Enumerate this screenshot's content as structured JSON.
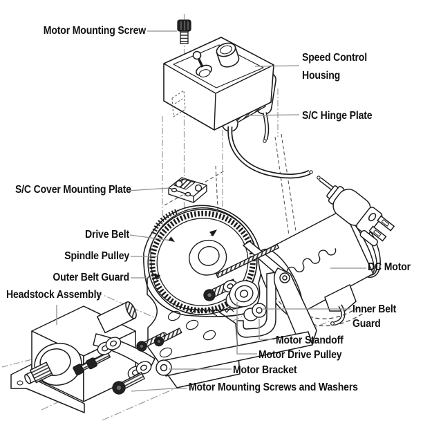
{
  "diagram": {
    "background": "#ffffff",
    "line_color": "#1c1c1c",
    "leader_color": "#8f8f8f",
    "text_color": "#111111",
    "labels": {
      "motor_mounting_screw": "Motor Mounting Screw",
      "speed_control_housing_line1": "Speed Control",
      "speed_control_housing_line2": "Housing",
      "sc_hinge_plate": "S/C Hinge Plate",
      "sc_cover_mounting_plate": "S/C Cover Mounting Plate",
      "drive_belt": "Drive Belt",
      "spindle_pulley": "Spindle Pulley",
      "outer_belt_guard": "Outer Belt Guard",
      "headstock_assembly": "Headstock Assembly",
      "dc_motor": "DC Motor",
      "inner_belt_guard_line1": "Inner Belt",
      "inner_belt_guard_line2": "Guard",
      "motor_standoff": "Motor Standoff",
      "motor_drive_pulley": "Motor Drive Pulley",
      "motor_bracket": "Motor Bracket",
      "motor_mounting_screws_and_washers": "Motor Mounting Screws and Washers"
    }
  }
}
